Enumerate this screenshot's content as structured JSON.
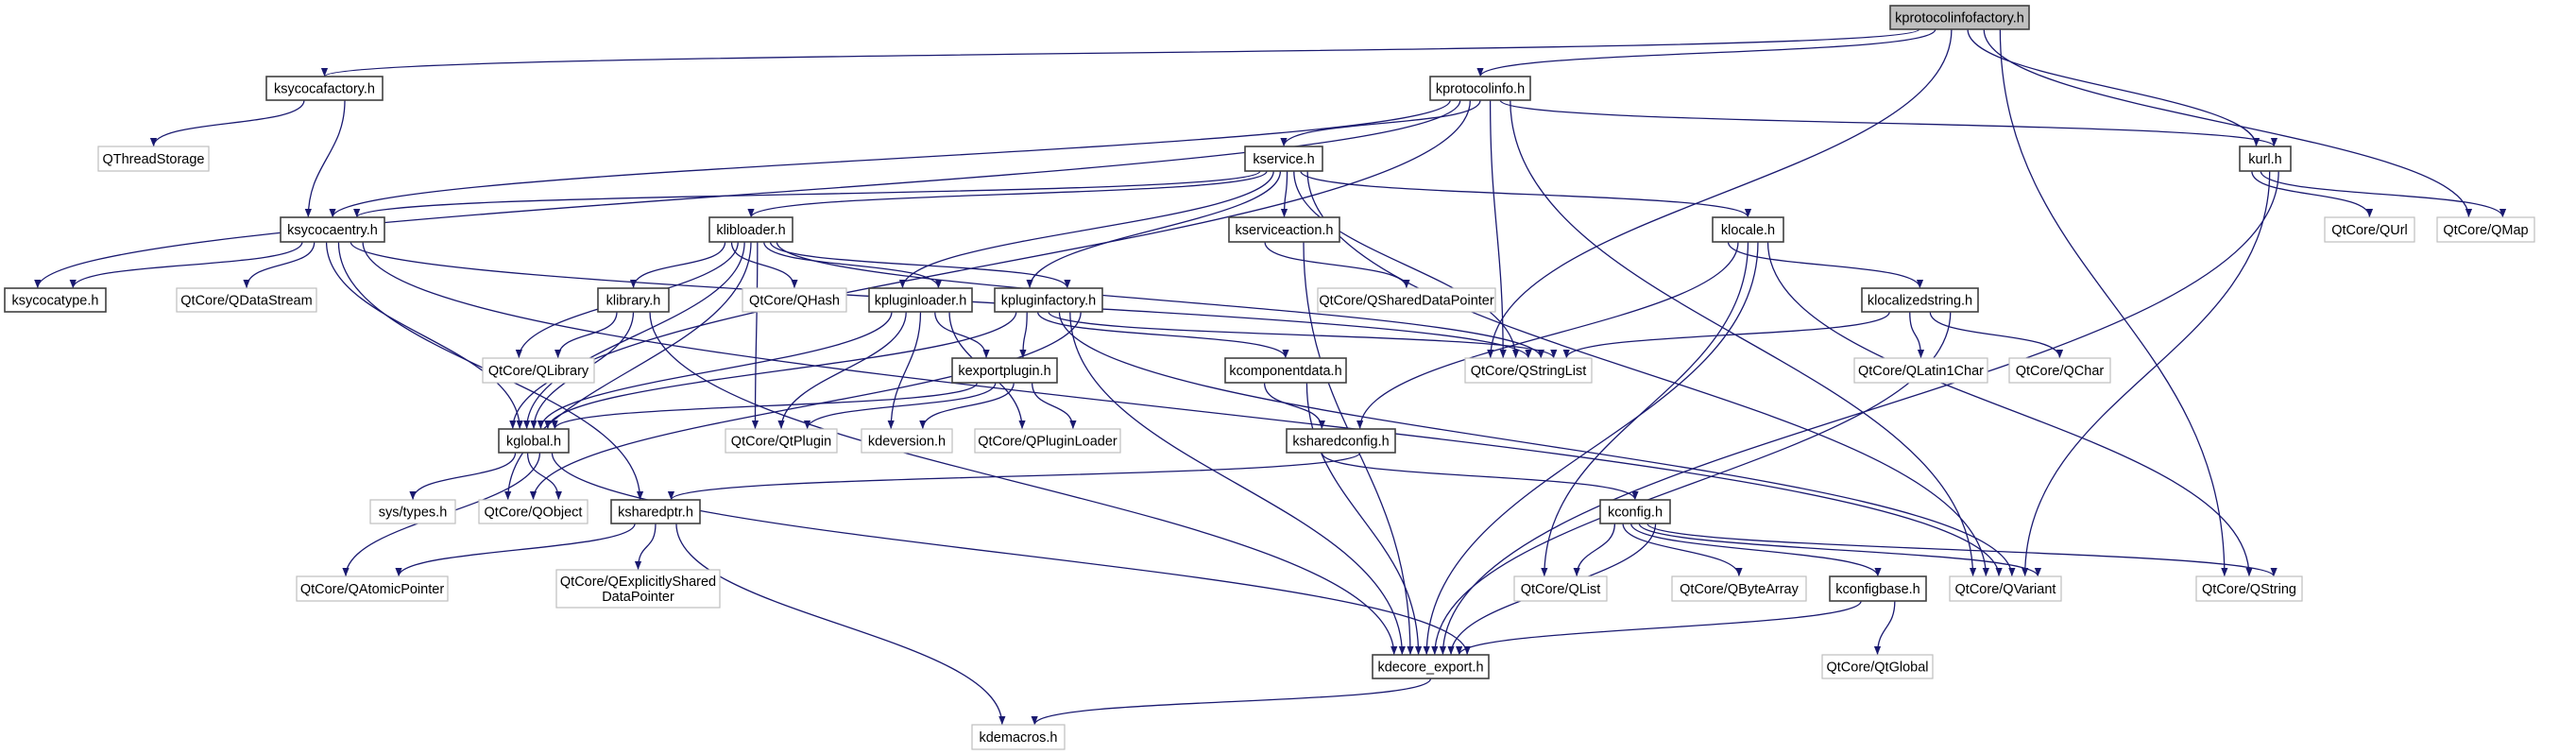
{
  "colors": {
    "edge": "#191970",
    "project_border": "#404040",
    "external_border": "#bfbfbf",
    "root_fill": "#bfbfbf",
    "background": "#ffffff"
  },
  "nodes": [
    {
      "id": "kprotocolinfofactory",
      "label": "kprotocolinfofactory.h",
      "kind": "root"
    },
    {
      "id": "ksycocafactory",
      "label": "ksycocafactory.h",
      "kind": "project"
    },
    {
      "id": "kprotocolinfo",
      "label": "kprotocolinfo.h",
      "kind": "project"
    },
    {
      "id": "QThreadStorage",
      "label": "QThreadStorage",
      "kind": "external"
    },
    {
      "id": "kservice",
      "label": "kservice.h",
      "kind": "project"
    },
    {
      "id": "kurl",
      "label": "kurl.h",
      "kind": "project"
    },
    {
      "id": "ksycocaentry",
      "label": "ksycocaentry.h",
      "kind": "project"
    },
    {
      "id": "klibloader",
      "label": "klibloader.h",
      "kind": "project"
    },
    {
      "id": "kserviceaction",
      "label": "kserviceaction.h",
      "kind": "project"
    },
    {
      "id": "klocale",
      "label": "klocale.h",
      "kind": "project"
    },
    {
      "id": "QUrl",
      "label": "QtCore/QUrl",
      "kind": "external"
    },
    {
      "id": "QMap",
      "label": "QtCore/QMap",
      "kind": "external"
    },
    {
      "id": "ksycocatype",
      "label": "ksycocatype.h",
      "kind": "project"
    },
    {
      "id": "QDataStream",
      "label": "QtCore/QDataStream",
      "kind": "external"
    },
    {
      "id": "klibrary",
      "label": "klibrary.h",
      "kind": "project"
    },
    {
      "id": "QHash",
      "label": "QtCore/QHash",
      "kind": "external"
    },
    {
      "id": "kpluginloader",
      "label": "kpluginloader.h",
      "kind": "project"
    },
    {
      "id": "kpluginfactory",
      "label": "kpluginfactory.h",
      "kind": "project"
    },
    {
      "id": "QSharedDataPointer",
      "label": "QtCore/QSharedDataPointer",
      "kind": "external"
    },
    {
      "id": "klocalizedstring",
      "label": "klocalizedstring.h",
      "kind": "project"
    },
    {
      "id": "QLibrary",
      "label": "QtCore/QLibrary",
      "kind": "external"
    },
    {
      "id": "kexportplugin",
      "label": "kexportplugin.h",
      "kind": "project"
    },
    {
      "id": "kcomponentdata",
      "label": "kcomponentdata.h",
      "kind": "project"
    },
    {
      "id": "QStringList",
      "label": "QtCore/QStringList",
      "kind": "external"
    },
    {
      "id": "QLatin1Char",
      "label": "QtCore/QLatin1Char",
      "kind": "external"
    },
    {
      "id": "QChar",
      "label": "QtCore/QChar",
      "kind": "external"
    },
    {
      "id": "kglobal",
      "label": "kglobal.h",
      "kind": "project"
    },
    {
      "id": "QtPlugin",
      "label": "QtCore/QtPlugin",
      "kind": "external"
    },
    {
      "id": "kdeversion",
      "label": "kdeversion.h",
      "kind": "external"
    },
    {
      "id": "QPluginLoader",
      "label": "QtCore/QPluginLoader",
      "kind": "external"
    },
    {
      "id": "ksharedconfig",
      "label": "ksharedconfig.h",
      "kind": "project"
    },
    {
      "id": "systypes",
      "label": "sys/types.h",
      "kind": "external"
    },
    {
      "id": "QObject",
      "label": "QtCore/QObject",
      "kind": "external"
    },
    {
      "id": "ksharedptr",
      "label": "ksharedptr.h",
      "kind": "project"
    },
    {
      "id": "kconfig",
      "label": "kconfig.h",
      "kind": "project"
    },
    {
      "id": "QAtomicPointer",
      "label": "QtCore/QAtomicPointer",
      "kind": "external"
    },
    {
      "id": "QExplicitlySharedDataPointer",
      "label": "QtCore/QExplicitlyShared\nDataPointer",
      "kind": "external"
    },
    {
      "id": "QList",
      "label": "QtCore/QList",
      "kind": "external"
    },
    {
      "id": "QByteArray",
      "label": "QtCore/QByteArray",
      "kind": "external"
    },
    {
      "id": "kconfigbase",
      "label": "kconfigbase.h",
      "kind": "project"
    },
    {
      "id": "QVariant",
      "label": "QtCore/QVariant",
      "kind": "external"
    },
    {
      "id": "QString",
      "label": "QtCore/QString",
      "kind": "external"
    },
    {
      "id": "kdecore_export",
      "label": "kdecore_export.h",
      "kind": "project"
    },
    {
      "id": "QtGlobal",
      "label": "QtCore/QtGlobal",
      "kind": "external"
    },
    {
      "id": "kdemacros",
      "label": "kdemacros.h",
      "kind": "external"
    }
  ],
  "edges": [
    [
      "kprotocolinfofactory",
      "ksycocafactory"
    ],
    [
      "kprotocolinfofactory",
      "kprotocolinfo"
    ],
    [
      "kprotocolinfofactory",
      "QStringList"
    ],
    [
      "kprotocolinfofactory",
      "kurl"
    ],
    [
      "kprotocolinfofactory",
      "QMap"
    ],
    [
      "kprotocolinfofactory",
      "QString"
    ],
    [
      "ksycocafactory",
      "QThreadStorage"
    ],
    [
      "ksycocafactory",
      "ksycocaentry"
    ],
    [
      "kprotocolinfo",
      "ksycocaentry"
    ],
    [
      "kprotocolinfo",
      "ksycocatype"
    ],
    [
      "kprotocolinfo",
      "kglobal"
    ],
    [
      "kprotocolinfo",
      "kservice"
    ],
    [
      "kprotocolinfo",
      "QStringList"
    ],
    [
      "kprotocolinfo",
      "kurl"
    ],
    [
      "kprotocolinfo",
      "QVariant"
    ],
    [
      "kservice",
      "ksycocaentry"
    ],
    [
      "kservice",
      "klibloader"
    ],
    [
      "kservice",
      "kpluginloader"
    ],
    [
      "kservice",
      "kpluginfactory"
    ],
    [
      "kservice",
      "kserviceaction"
    ],
    [
      "kservice",
      "QStringList"
    ],
    [
      "kservice",
      "klocale"
    ],
    [
      "kservice",
      "QVariant"
    ],
    [
      "ksycocaentry",
      "ksycocatype"
    ],
    [
      "ksycocaentry",
      "QDataStream"
    ],
    [
      "ksycocaentry",
      "kglobal"
    ],
    [
      "ksycocaentry",
      "ksharedptr"
    ],
    [
      "ksycocaentry",
      "QStringList"
    ],
    [
      "ksycocaentry",
      "QVariant"
    ],
    [
      "klibloader",
      "klibrary"
    ],
    [
      "klibloader",
      "QHash"
    ],
    [
      "klibloader",
      "QLibrary"
    ],
    [
      "klibloader",
      "kglobal"
    ],
    [
      "klibloader",
      "QObject"
    ],
    [
      "klibloader",
      "QtPlugin"
    ],
    [
      "klibloader",
      "kpluginloader"
    ],
    [
      "klibloader",
      "kpluginfactory"
    ],
    [
      "klibloader",
      "QStringList"
    ],
    [
      "klibrary",
      "QLibrary"
    ],
    [
      "klibrary",
      "kglobal"
    ],
    [
      "klibrary",
      "kdecore_export"
    ],
    [
      "kpluginloader",
      "kglobal"
    ],
    [
      "kpluginloader",
      "QtPlugin"
    ],
    [
      "kpluginloader",
      "kdeversion"
    ],
    [
      "kpluginloader",
      "kexportplugin"
    ],
    [
      "kpluginloader",
      "QPluginLoader"
    ],
    [
      "kpluginfactory",
      "kglobal"
    ],
    [
      "kpluginfactory",
      "kexportplugin"
    ],
    [
      "kpluginfactory",
      "kcomponentdata"
    ],
    [
      "kpluginfactory",
      "QStringList"
    ],
    [
      "kpluginfactory",
      "QVariant"
    ],
    [
      "kpluginfactory",
      "kdecore_export"
    ],
    [
      "kpluginfactory",
      "QObject"
    ],
    [
      "kserviceaction",
      "QSharedDataPointer"
    ],
    [
      "kserviceaction",
      "kdecore_export"
    ],
    [
      "kexportplugin",
      "kglobal"
    ],
    [
      "kexportplugin",
      "QtPlugin"
    ],
    [
      "kexportplugin",
      "kdeversion"
    ],
    [
      "kexportplugin",
      "QPluginLoader"
    ],
    [
      "kcomponentdata",
      "ksharedconfig"
    ],
    [
      "kcomponentdata",
      "kdecore_export"
    ],
    [
      "klocale",
      "klocalizedstring"
    ],
    [
      "klocale",
      "ksharedconfig"
    ],
    [
      "klocale",
      "QList"
    ],
    [
      "klocale",
      "kdecore_export"
    ],
    [
      "klocale",
      "QString"
    ],
    [
      "klocalizedstring",
      "QStringList"
    ],
    [
      "klocalizedstring",
      "QLatin1Char"
    ],
    [
      "klocalizedstring",
      "QChar"
    ],
    [
      "klocalizedstring",
      "kdecore_export"
    ],
    [
      "kurl",
      "QUrl"
    ],
    [
      "kurl",
      "QMap"
    ],
    [
      "kurl",
      "QVariant"
    ],
    [
      "kurl",
      "kdecore_export"
    ],
    [
      "ksharedconfig",
      "kconfig"
    ],
    [
      "ksharedconfig",
      "ksharedptr"
    ],
    [
      "kconfig",
      "QList"
    ],
    [
      "kconfig",
      "QByteArray"
    ],
    [
      "kconfig",
      "kconfigbase"
    ],
    [
      "kconfig",
      "QVariant"
    ],
    [
      "kconfig",
      "QString"
    ],
    [
      "kconfig",
      "kdecore_export"
    ],
    [
      "kconfigbase",
      "kdecore_export"
    ],
    [
      "kconfigbase",
      "QtGlobal"
    ],
    [
      "kglobal",
      "systypes"
    ],
    [
      "kglobal",
      "QObject"
    ],
    [
      "kglobal",
      "QAtomicPointer"
    ],
    [
      "kglobal",
      "kdecore_export"
    ],
    [
      "ksharedptr",
      "QAtomicPointer"
    ],
    [
      "ksharedptr",
      "QExplicitlySharedDataPointer"
    ],
    [
      "ksharedptr",
      "kdemacros"
    ],
    [
      "kdecore_export",
      "kdemacros"
    ]
  ]
}
